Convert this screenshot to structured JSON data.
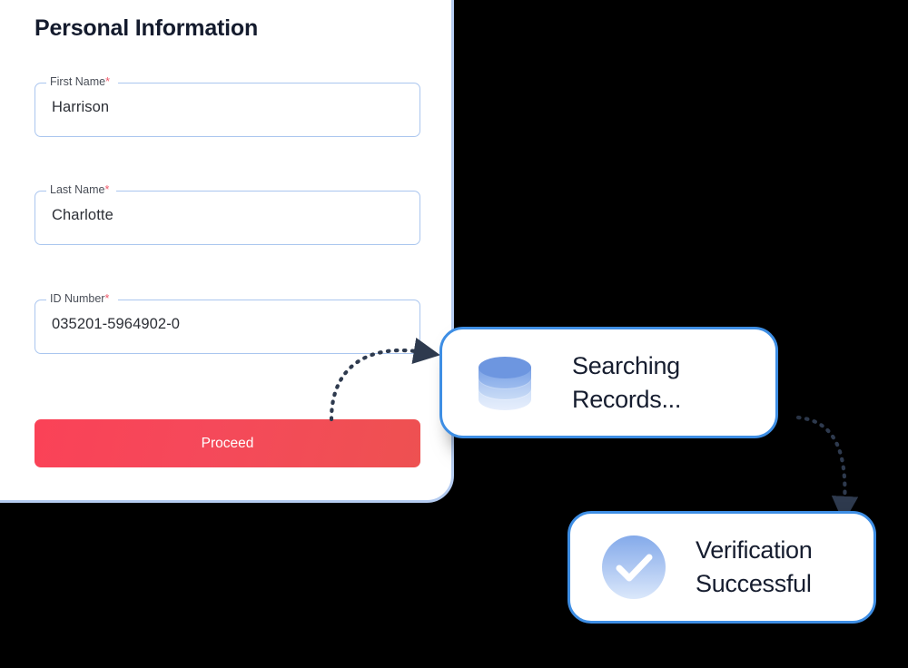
{
  "form": {
    "title": "Personal Information",
    "required_marker": "*",
    "fields": [
      {
        "label": "First Name",
        "value": "Harrison",
        "required": true,
        "placeholder": "First Name"
      },
      {
        "label": "Last Name",
        "value": "Charlotte",
        "required": true,
        "placeholder": "Last Name"
      },
      {
        "label": "ID Number",
        "value": "035201-5964902-0",
        "required": true,
        "placeholder": "ID Number"
      }
    ],
    "submit_label": "Proceed"
  },
  "status_cards": [
    {
      "icon": "database-icon",
      "label": "Searching\nRecords..."
    },
    {
      "icon": "check-circle-icon",
      "label": "Verification\nSuccessful"
    }
  ],
  "colors": {
    "background": "#000000",
    "panel_border": "#b4cbf0",
    "card_border": "#3e8ee4",
    "field_border": "#aac6ef",
    "accent_red": "#f5495a",
    "icon_blue": "#6d96e0",
    "text_dark": "#161d2f",
    "required_red": "#f05a6b"
  }
}
